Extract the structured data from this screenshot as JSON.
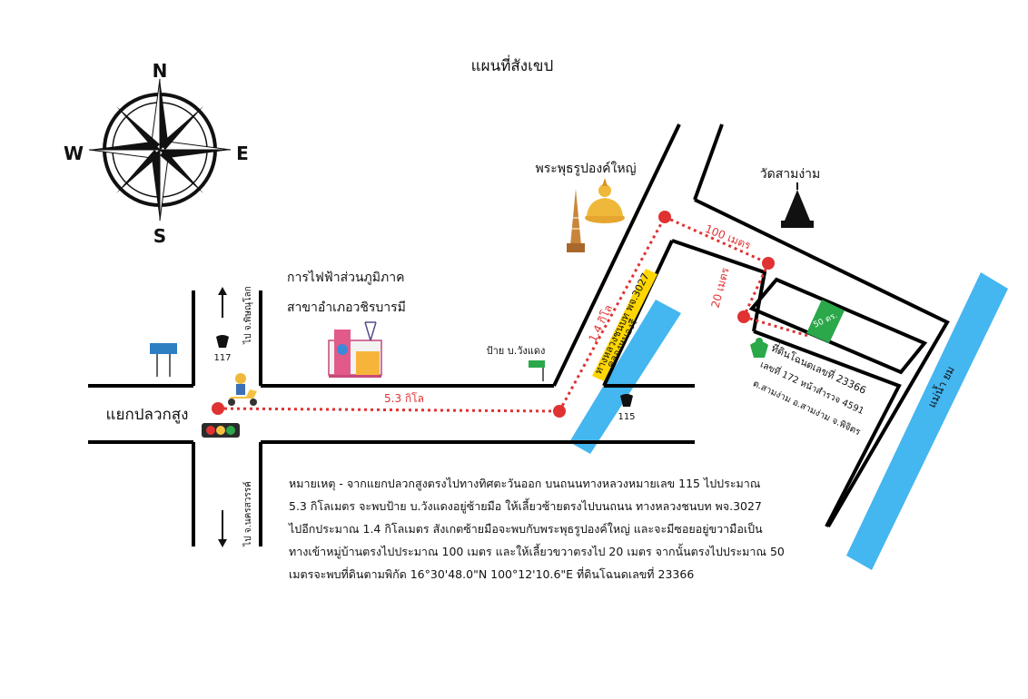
{
  "title": "แผนที่สังเขป",
  "compass": {
    "n": "N",
    "s": "S",
    "e": "E",
    "w": "W"
  },
  "landmarks": {
    "buddha": "พระพุธรูปองค์ใหญ่",
    "temple": "วัดสามง่าม",
    "pea_line1": "การไฟฟ้าส่วนภูมิภาค",
    "pea_line2": "สาขาอำเภอวชิรบารมี",
    "junction": "แยกปลวกสูง",
    "sign_wangdaeng": "ป้าย บ.วังแดง",
    "canal": "คลองหนองรี",
    "river": "แม่น้ำ ยม",
    "rural_road": "ทางหลวงชนบท พจ.3027"
  },
  "routes": {
    "hw117": "117",
    "hw115": "115",
    "to_phitsanulok": "ไป จ.พิษณุโลก",
    "to_nakhonsawan": "ไป จ.นครสวรรค์"
  },
  "distances": {
    "d1": "5.3 กิโล",
    "d2": "1.4 กิโล",
    "d3": "100 เมตร",
    "d4": "20 เมตร",
    "d5": "50 ตร."
  },
  "deed": {
    "line1": "ที่ดินโฉนดเลขที่ 23366",
    "line2": "เลขที่ 172 หน้าสำรวจ 4591",
    "line3": "ต.สามง่าม อ.สามง่าม จ.พิจิตร"
  },
  "note": {
    "line1": "หมายเหตุ - จากแยกปลวกสูงตรงไปทางทิศตะวันออก บนถนนทางหลวงหมายเลข 115 ไปประมาณ",
    "line2": "5.3 กิโลเมตร จะพบป้าย บ.วังแดงอยู่ซ้ายมือ ให้เลี้ยวซ้ายตรงไปบนถนน ทางหลวงชนบท พจ.3027",
    "line3": "ไปอีกประมาณ 1.4 กิโลเมตร สังเกตซ้ายมือจะพบกับพระพุธรูปองค์ใหญ่ และจะมีซอยอยู่ขวามือเป็น",
    "line4": "ทางเข้าหมู่บ้านตรงไปประมาณ 100 เมตร และให้เลี้ยวขวาตรงไป 20 เมตร จากนั้นตรงไปประมาณ 50",
    "line5": "เมตรจะพบที่ดินตามพิกัด 16°30'48.0\"N 100°12'10.6\"E ที่ดินโฉนดเลขที่ 23366"
  },
  "colors": {
    "route": "#e03232",
    "water": "#44b6f0",
    "plot": "#2aa84a",
    "road": "#000000",
    "sign_blue": "#2e7ec2",
    "road_label_bg": "#ffd600"
  },
  "icons": [
    "compass-rose-icon",
    "buddha-icon",
    "pagoda-icon",
    "temple-icon",
    "power-plant-icon",
    "scooter-rider-icon",
    "traffic-light-icon",
    "highway-shield-icon",
    "road-sign-icon",
    "garuda-emblem-icon",
    "arrow-up-icon",
    "arrow-down-icon"
  ]
}
